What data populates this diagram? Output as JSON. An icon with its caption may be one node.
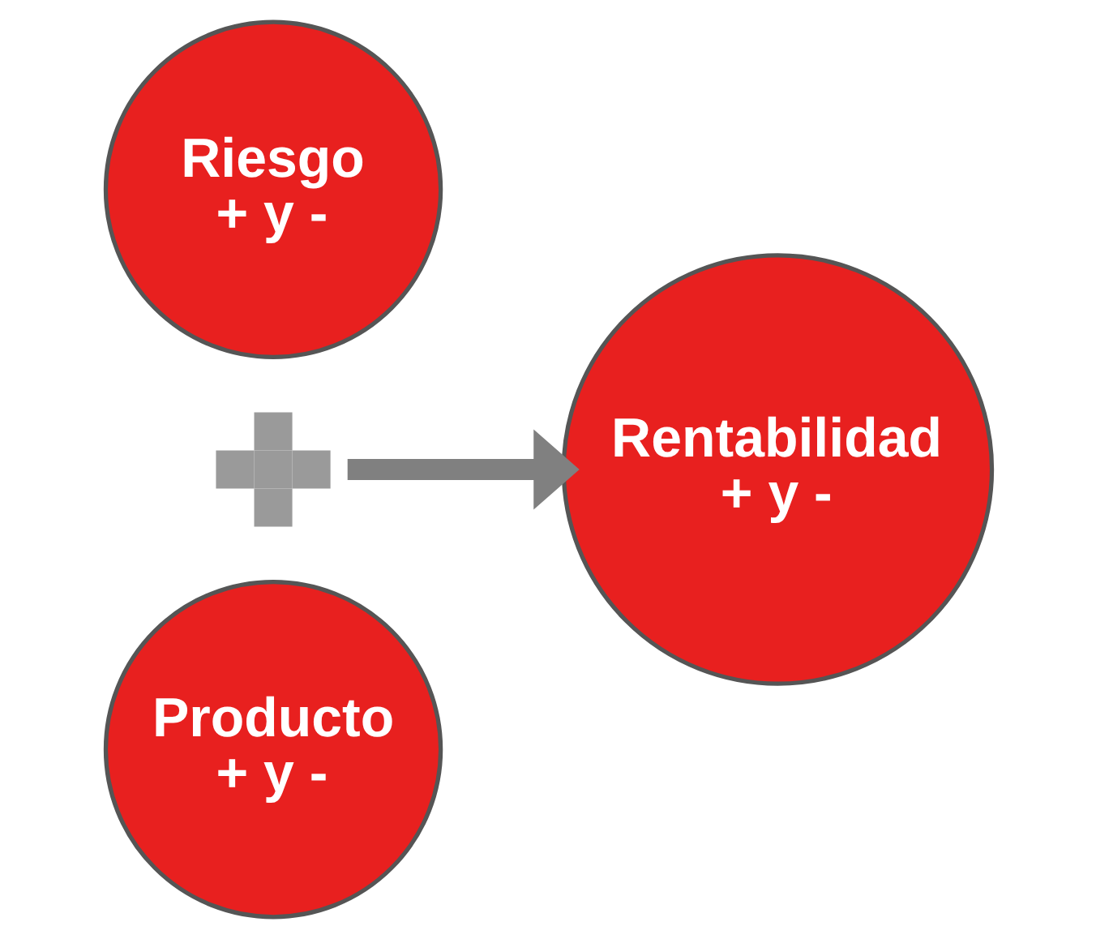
{
  "diagram": {
    "nodes": [
      {
        "text": [
          "Riesgo",
          "+ y -"
        ]
      },
      {
        "text": [],
        "shape": "cross"
      },
      {
        "text": [
          "Producto",
          "+ y -"
        ]
      },
      {
        "text": [
          "Rentabilidad",
          "+ y -"
        ]
      }
    ],
    "edges": [
      {
        "from": 1,
        "to": 3,
        "arrow": "to"
      }
    ]
  }
}
